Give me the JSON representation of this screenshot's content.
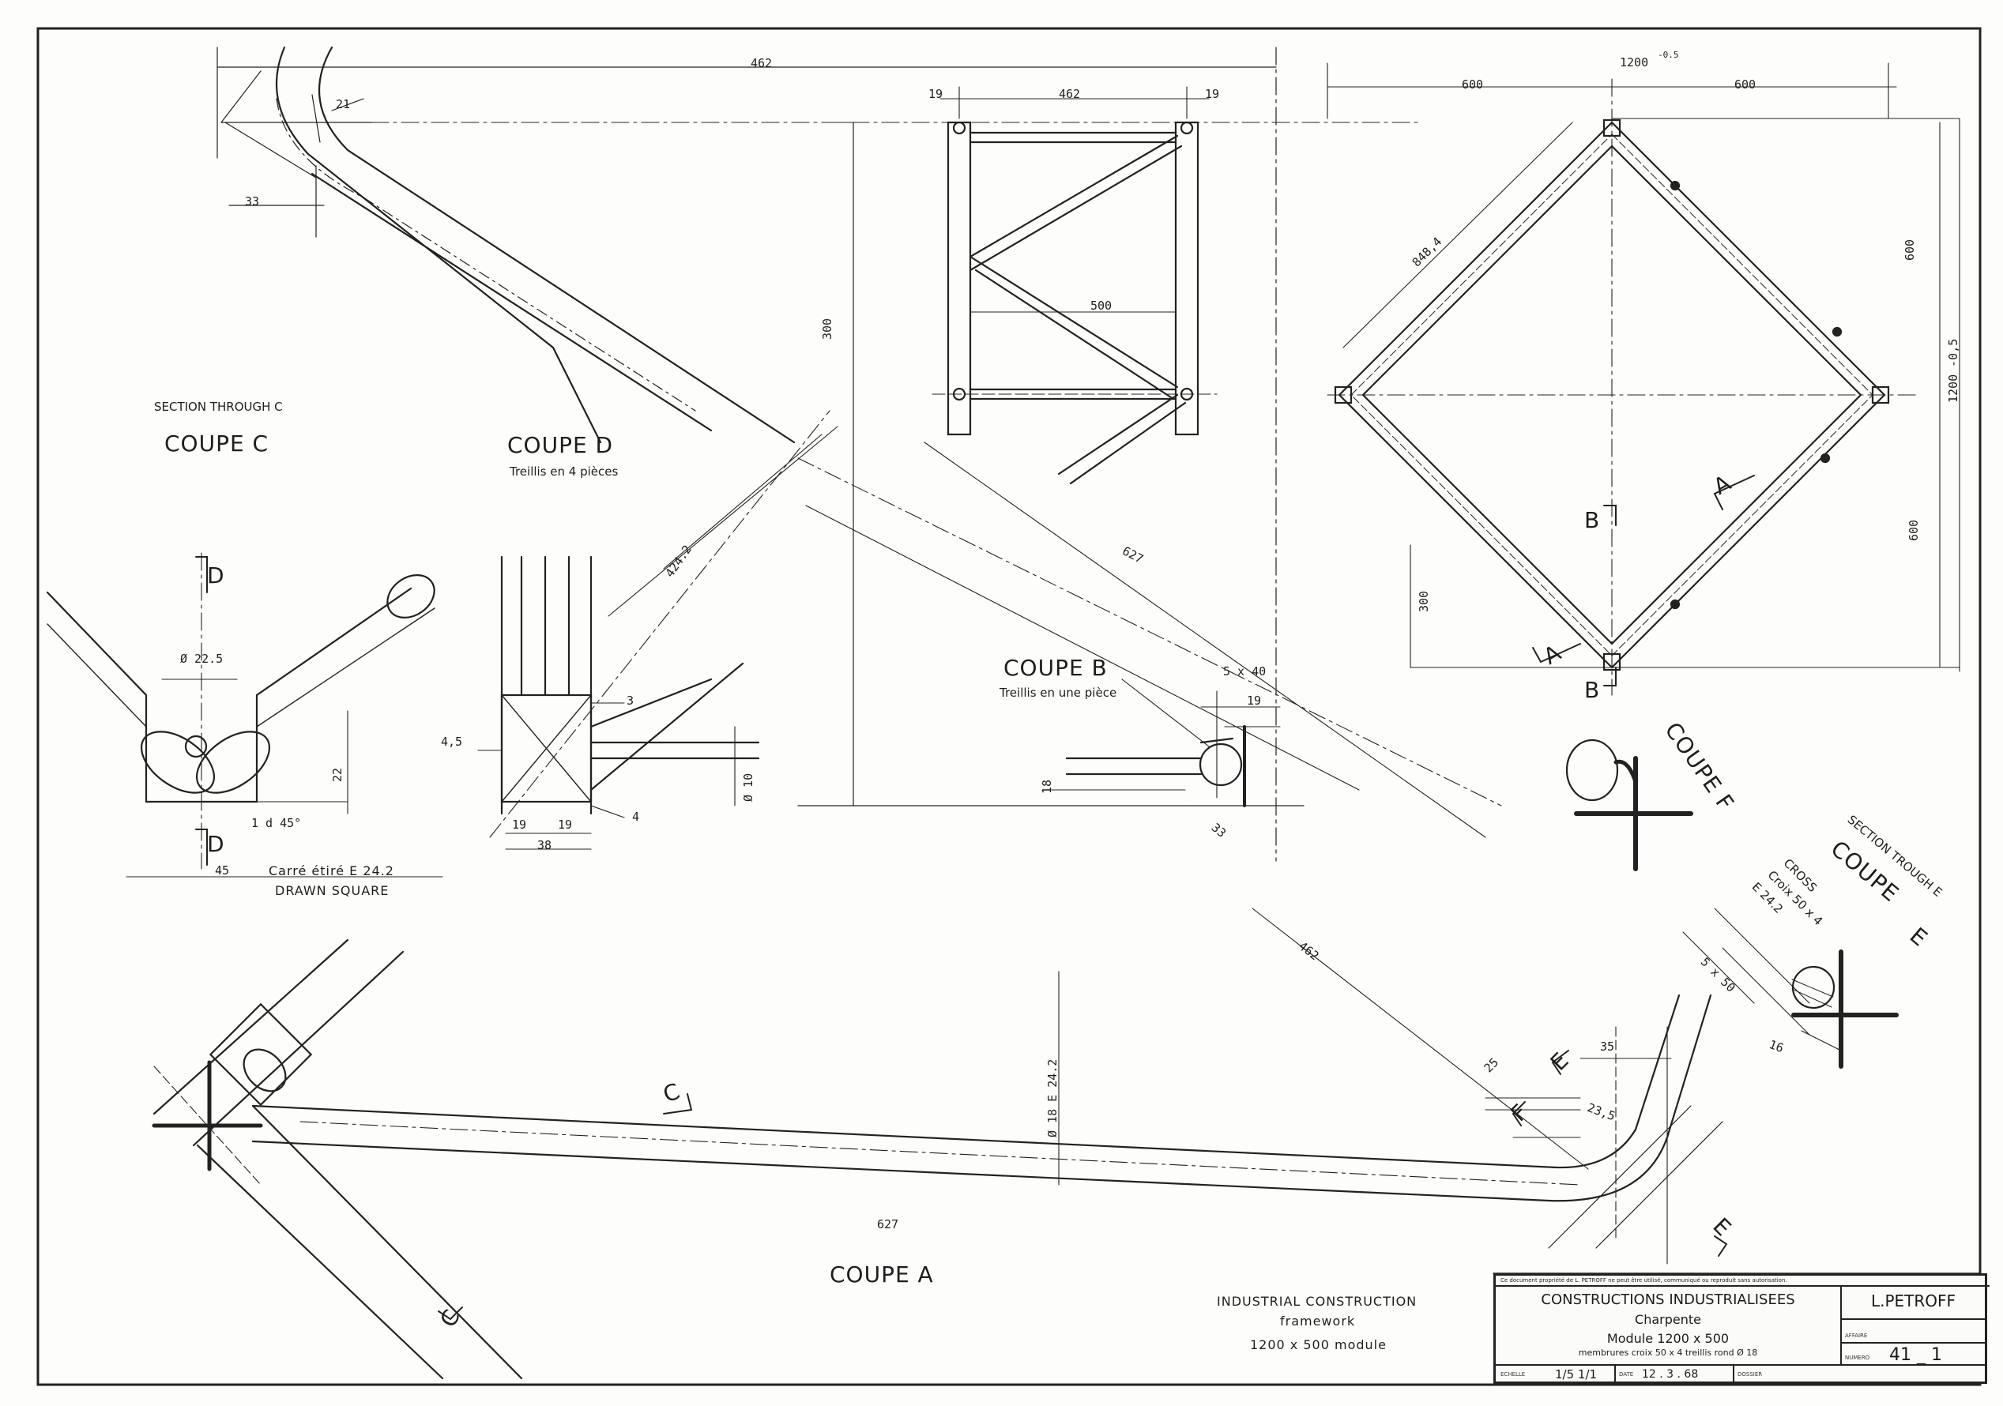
{
  "sections": {
    "coupe_a": {
      "title": "COUPE  A"
    },
    "coupe_b": {
      "title": "COUPE  B",
      "subtitle": "Treillis en une pièce"
    },
    "coupe_c": {
      "title": "COUPE  C",
      "subtitle": "SECTION THROUGH  C"
    },
    "coupe_d": {
      "title": "COUPE  D",
      "subtitle": "Treillis en 4 pièces"
    },
    "coupe_e": {
      "title": "COUPE",
      "subtitle": "SECTION  TROUGH  E",
      "marker": "E"
    },
    "coupe_f": {
      "title": "COUPE F"
    }
  },
  "materials": {
    "carre_etire": "Carré étiré  E 24.2",
    "drawn_square": "DRAWN  SQUARE",
    "cross": "CROSS",
    "croix": "Croix  50 x 4",
    "grade": "E 24.2",
    "round_bar": "Ø 18  E 24.2"
  },
  "dimensions": {
    "d462_top": "462",
    "d21": "21",
    "d33_topleft": "33",
    "d19_left": "19",
    "d462_frame": "462",
    "d19_right": "19",
    "d500": "500",
    "d300_vertical": "300",
    "d1200": "1200",
    "d1200_tol": "-0.5",
    "d600_left": "600",
    "d600_right": "600",
    "d848": "848,4",
    "d600_v1": "600",
    "d600_v2": "600",
    "d1200_v": "1200 -0,5",
    "d300_small": "300",
    "d424": "424.2",
    "d627_diag": "627",
    "d5x40": "5 x 40",
    "d19_b": "19",
    "d18_b": "18",
    "d33_b": "33",
    "dia22": "Ø 22.5",
    "d22": "22",
    "d1_45": "1 d 45°",
    "d45": "45",
    "d4_5": "4,5",
    "d3": "3",
    "d4": "4",
    "d19_d1": "19",
    "d19_d2": "19",
    "d38": "38",
    "dia10": "Ø 10",
    "d462_diag": "462",
    "d5x50": "5 x 50",
    "d16": "16",
    "d35": "35",
    "d25": "25",
    "d23_5": "23,5",
    "d627_bottom": "627"
  },
  "cut_markers": {
    "a": "A",
    "b": "B",
    "c": "C",
    "d": "D",
    "e": "E",
    "f": "F"
  },
  "caption": {
    "line1": "INDUSTRIAL  CONSTRUCTION",
    "line2": "framework",
    "line3": "1200 x 500  module"
  },
  "title_block": {
    "notice": "Ce document propriété de L. PETROFF ne peut être utilisé, communiqué ou reproduit sans autorisation.",
    "project_title": "CONSTRUCTIONS  INDUSTRIALISEES",
    "subject": "Charpente",
    "module": "Module  1200 x 500",
    "members": "membrures croix  50 x 4  treillis rond  Ø 18",
    "author": "L.PETROFF",
    "affaire_label": "AFFAIRE",
    "numero_label": "NUMERO",
    "drawing_number": "41 _ 1",
    "echelle_label": "ECHELLE",
    "scale": "1/5  1/1",
    "date_label": "DATE",
    "date": "12 . 3 . 68",
    "dossier_label": "DOSSIER"
  }
}
